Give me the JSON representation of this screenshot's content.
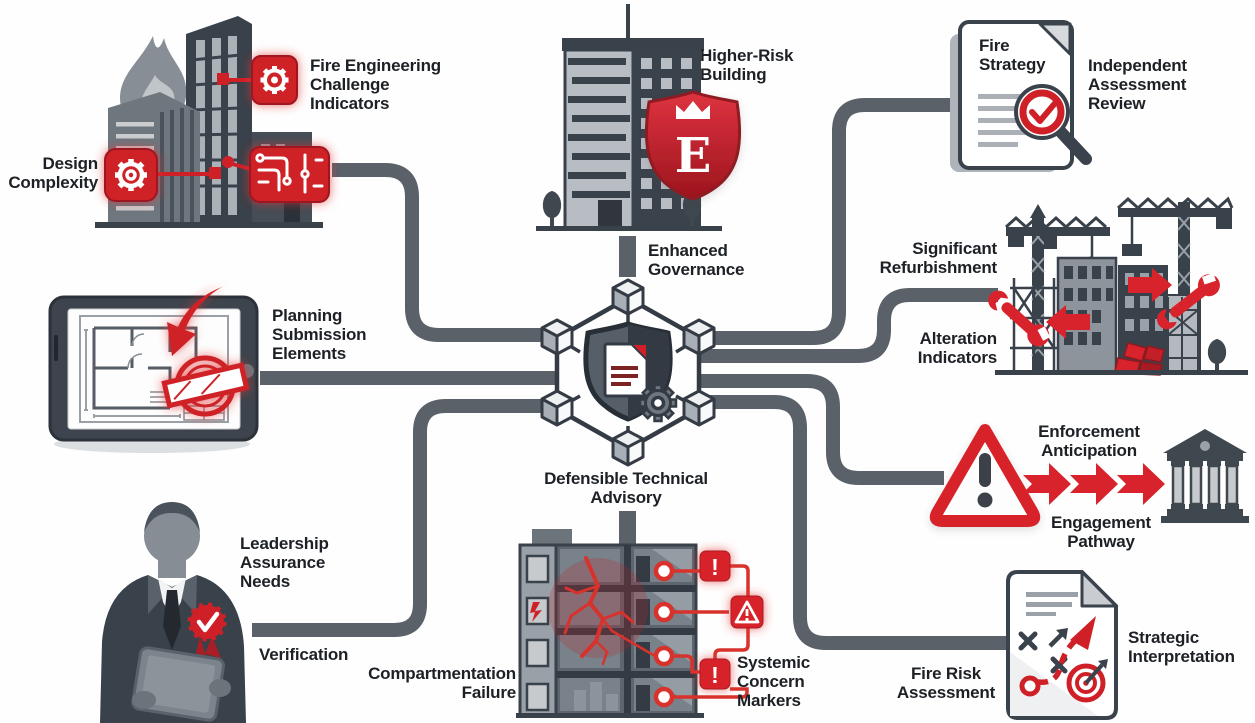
{
  "labels": {
    "fire_engineering": "Fire Engineering\nChallenge\nIndicators",
    "design_complexity": "Design\nComplexity",
    "higher_risk_building": "Higher-Risk\nBuilding",
    "independent_assessment": "Independent\nAssessment\nReview",
    "enhanced_governance": "Enhanced\nGovernance",
    "planning_submission": "Planning\nSubmission\nElements",
    "significant_refurbishment": "Significant\nRefurbishment",
    "alteration_indicators": "Alteration\nIndicators",
    "enforcement_anticipation": "Enforcement\nAnticipation",
    "engagement_pathway": "Engagement\nPathway",
    "leadership_assurance": "Leadership\nAssurance\nNeeds",
    "verification": "Verification",
    "compartmentation_failure": "Compartmentation\nFailure",
    "systemic_concern": "Systemic\nConcern\nMarkers",
    "fire_risk_assessment": "Fire Risk\nAssessment",
    "strategic_interpretation": "Strategic\nInterpretation",
    "defensible_advisory": "Defensible Technical\nAdvisory",
    "fire_strategy_doc": "Fire\nStrategy"
  },
  "icons": {
    "shield_letter": "E",
    "exclamation_mark": "!",
    "check_mark": "✓"
  },
  "colors": {
    "background": "#fefefe",
    "red": "#cf2028",
    "dark_red": "#9e1820",
    "slate": "#39414a",
    "mid_gray": "#78808a",
    "light_gray": "#b9bfc5",
    "connector": "#5a6168",
    "text": "#1d2126"
  }
}
